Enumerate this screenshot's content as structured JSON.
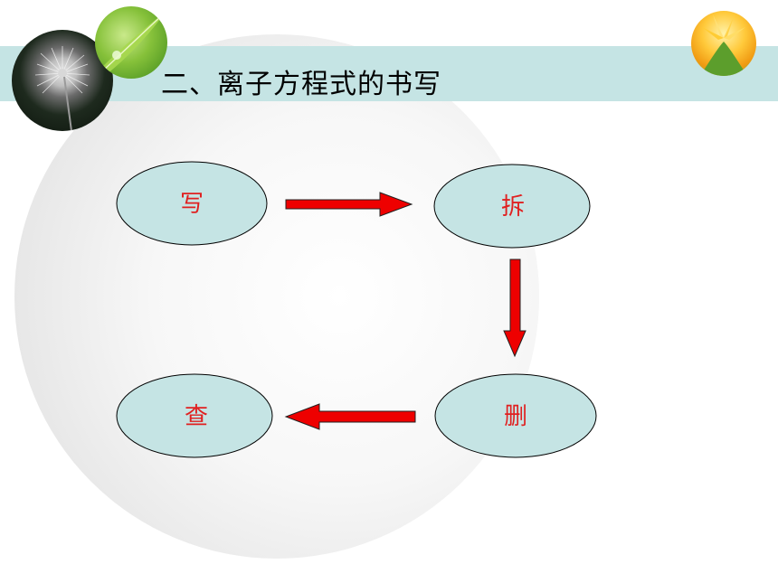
{
  "slide": {
    "title": "二、离子方程式的书写"
  },
  "diagram": {
    "nodes": [
      {
        "id": "write",
        "label": "写"
      },
      {
        "id": "split",
        "label": "拆"
      },
      {
        "id": "delete",
        "label": "删"
      },
      {
        "id": "check",
        "label": "查"
      }
    ],
    "edges": [
      {
        "from": "write",
        "to": "split"
      },
      {
        "from": "split",
        "to": "delete"
      },
      {
        "from": "delete",
        "to": "check"
      }
    ]
  },
  "colors": {
    "band": "#c5e4e4",
    "node_fill": "#c5e4e4",
    "node_stroke": "#000000",
    "label": "#e02020",
    "arrow": "#ee0000"
  },
  "decor": {
    "left_photo": "dandelion-photo",
    "middle_photo": "leaf-dewdrop-photo",
    "right_photo": "yellow-flower-photo"
  }
}
